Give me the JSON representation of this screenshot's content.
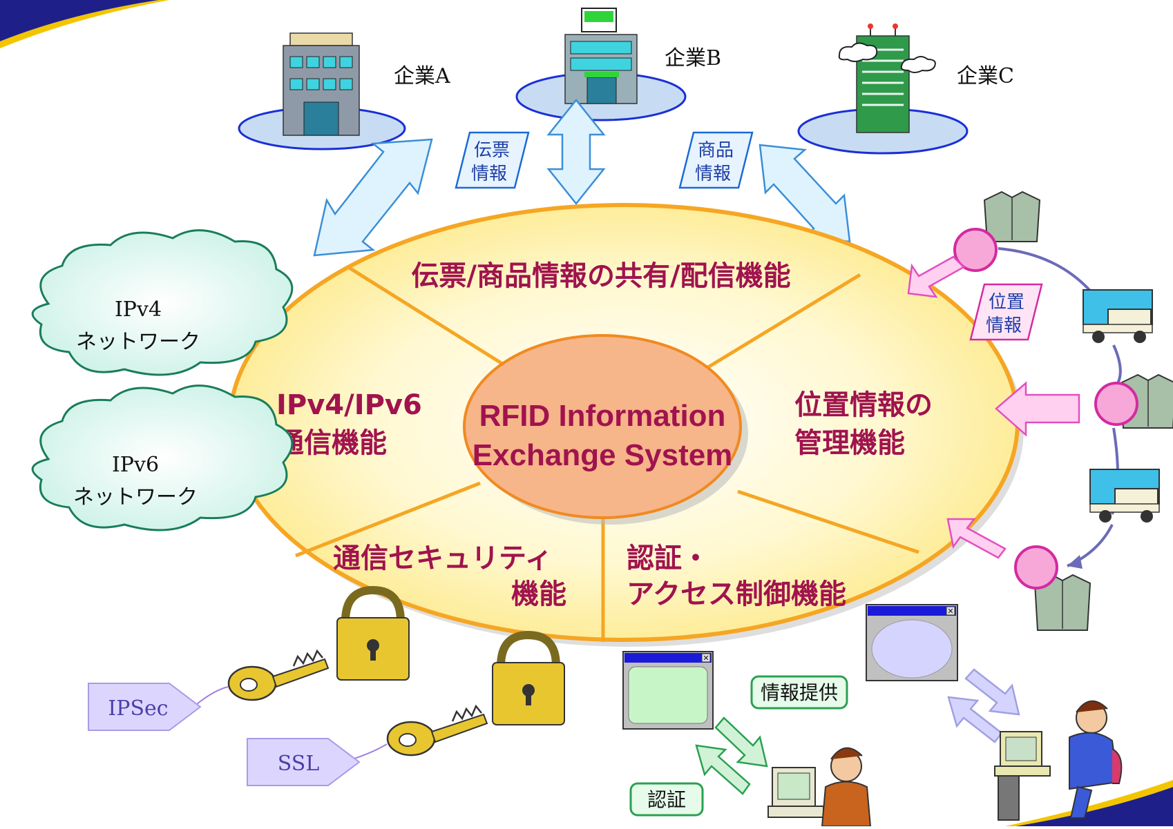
{
  "companies": [
    {
      "label": "企業A"
    },
    {
      "label": "企業B"
    },
    {
      "label": "企業C"
    }
  ],
  "tags": {
    "slip": [
      "伝票",
      "情報"
    ],
    "product": [
      "商品",
      "情報"
    ],
    "location": [
      "位置",
      "情報"
    ]
  },
  "center": {
    "line1": "RFID Information",
    "line2": "Exchange System"
  },
  "segments": {
    "top": "伝票/商品情報の共有/配信機能",
    "left_line1": "IPv4/IPv6",
    "left_line2": "通信機能",
    "right_line1": "位置情報の",
    "right_line2": "管理機能",
    "bottom_left_line1": "通信セキュリティ",
    "bottom_left_line2": "機能",
    "bottom_right_line1": "認証・",
    "bottom_right_line2": "アクセス制御機能"
  },
  "networks": {
    "ipv4": {
      "line1": "IPv4",
      "line2": "ネットワーク"
    },
    "ipv6": {
      "line1": "IPv6",
      "line2": "ネットワーク"
    }
  },
  "security": {
    "ipsec": "IPSec",
    "ssl": "SSL"
  },
  "badges": {
    "info_provision": "情報提供",
    "auth": "認証"
  },
  "colors": {
    "ellipse_fill": "#fff6c2",
    "ellipse_stroke": "#f5a623",
    "center_fill": "#f7b58a",
    "accent_text": "#a0134e",
    "arrow_blue": "#dff3ff",
    "arrow_pink": "#ffd0f0"
  }
}
